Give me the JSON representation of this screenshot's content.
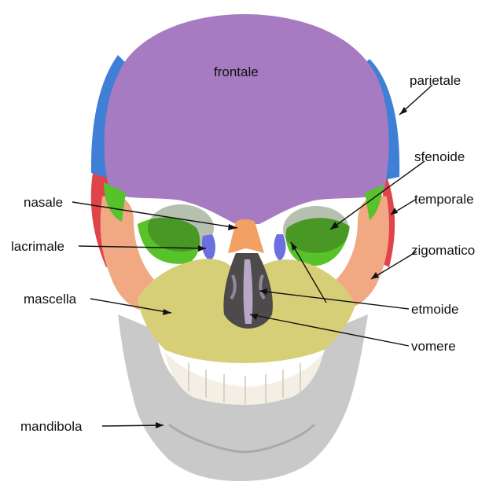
{
  "labels": {
    "frontale": "frontale",
    "parietale": "parietale",
    "sfenoide": "sfenoide",
    "nasale": "nasale",
    "temporale": "temporale",
    "lacrimale": "lacrimale",
    "zigomatico": "zigomatico",
    "mascella": "mascella",
    "etmoide": "etmoide",
    "vomere": "vomere",
    "mandibola": "mandibola"
  },
  "bone_colors": {
    "frontale": "#a67bc2",
    "parietale": "#3f7fd6",
    "sfenoide": "#58c22a",
    "temporale": "#e0444a",
    "zigomatico": "#f0a983",
    "nasale": "#f2a063",
    "lacrimale": "#6b6fe0",
    "mascella": "#d7cf78",
    "etmoide": "#4c4a4a",
    "vomere": "#b7a8c8",
    "mandibola": "#c9c9c9",
    "teeth": "#f3efe4"
  }
}
